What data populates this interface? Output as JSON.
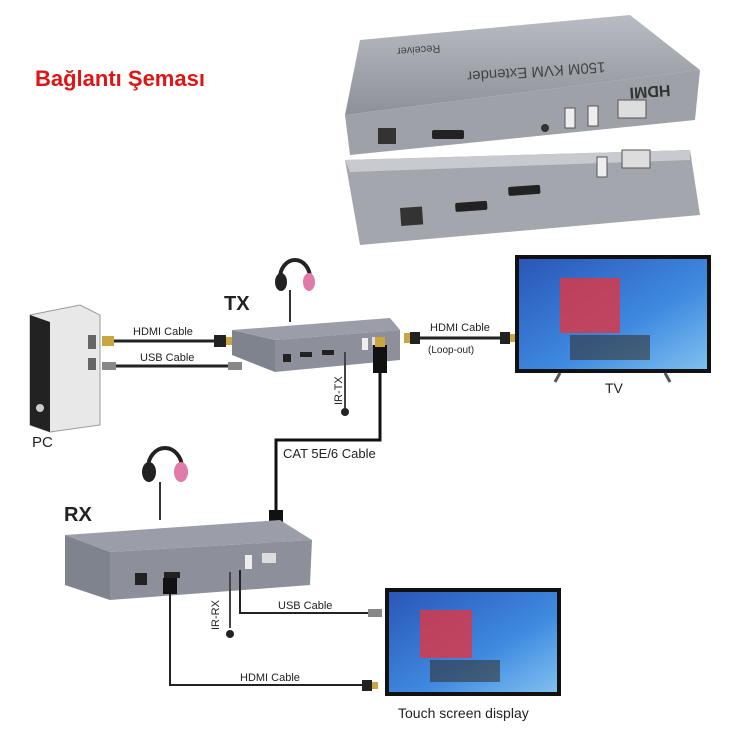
{
  "title": "Bağlantı Şeması",
  "title_color": "#e01414",
  "product": {
    "top_label": "Receiver",
    "name": "150M KVM Extender",
    "logo": "HDMI"
  },
  "tx": {
    "label": "TX",
    "left_hdmi": "HDMI Cable",
    "left_usb": "USB Cable",
    "right_hdmi": "HDMI Cable",
    "loop_out": "(Loop-out)",
    "ir": "IR-TX"
  },
  "pc_label": "PC",
  "tv_label": "TV",
  "cat_label": "CAT 5E/6 Cable",
  "rx": {
    "label": "RX",
    "ir": "IR-RX",
    "usb": "USB Cable",
    "hdmi": "HDMI Cable"
  },
  "display_label": "Touch screen display"
}
